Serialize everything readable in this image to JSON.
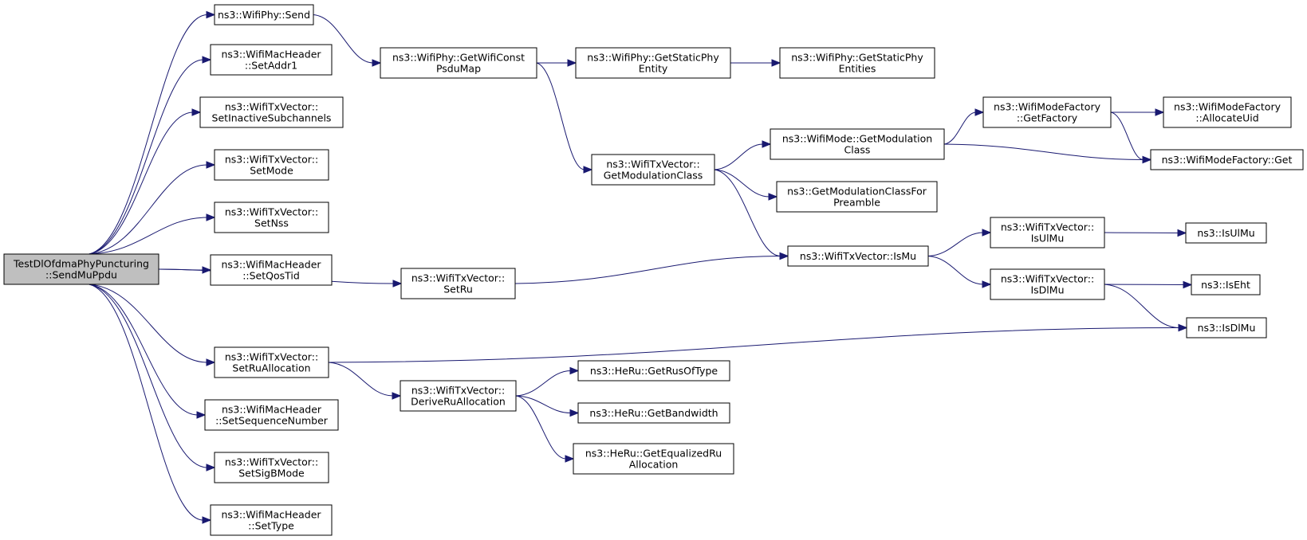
{
  "colors": {
    "edge": "#191970",
    "node_border": "#000000",
    "node_fill": "#ffffff",
    "root_fill": "#bfbfbf"
  },
  "nodes": [
    {
      "id": "send_mu_ppdu",
      "lines": [
        "TestDlOfdmaPhyPuncturing",
        "::SendMuPpdu"
      ],
      "root": true
    },
    {
      "id": "wifiphy_send",
      "lines": [
        "ns3::WifiPhy::Send"
      ]
    },
    {
      "id": "set_addr1",
      "lines": [
        "ns3::WifiMacHeader",
        "::SetAddr1"
      ]
    },
    {
      "id": "set_inactive_subchannels",
      "lines": [
        "ns3::WifiTxVector::",
        "SetInactiveSubchannels"
      ]
    },
    {
      "id": "set_mode",
      "lines": [
        "ns3::WifiTxVector::",
        "SetMode"
      ]
    },
    {
      "id": "set_nss",
      "lines": [
        "ns3::WifiTxVector::",
        "SetNss"
      ]
    },
    {
      "id": "set_qos_tid",
      "lines": [
        "ns3::WifiMacHeader",
        "::SetQosTid"
      ]
    },
    {
      "id": "set_ru",
      "lines": [
        "ns3::WifiTxVector::",
        "SetRu"
      ]
    },
    {
      "id": "set_ru_allocation",
      "lines": [
        "ns3::WifiTxVector::",
        "SetRuAllocation"
      ]
    },
    {
      "id": "set_sequence_number",
      "lines": [
        "ns3::WifiMacHeader",
        "::SetSequenceNumber"
      ]
    },
    {
      "id": "set_sigb_mode",
      "lines": [
        "ns3::WifiTxVector::",
        "SetSigBMode"
      ]
    },
    {
      "id": "set_type",
      "lines": [
        "ns3::WifiMacHeader",
        "::SetType"
      ]
    },
    {
      "id": "get_wifi_const_psdu_map",
      "lines": [
        "ns3::WifiPhy::GetWifiConst",
        "PsduMap"
      ]
    },
    {
      "id": "get_static_phy_entity",
      "lines": [
        "ns3::WifiPhy::GetStaticPhy",
        "Entity"
      ]
    },
    {
      "id": "get_static_phy_entities",
      "lines": [
        "ns3::WifiPhy::GetStaticPhy",
        "Entities"
      ]
    },
    {
      "id": "txvector_get_modulation_class",
      "lines": [
        "ns3::WifiTxVector::",
        "GetModulationClass"
      ]
    },
    {
      "id": "wifimode_get_modulation_class",
      "lines": [
        "ns3::WifiMode::GetModulation",
        "Class"
      ]
    },
    {
      "id": "get_modulation_class_for_preamble",
      "lines": [
        "ns3::GetModulationClassFor",
        "Preamble"
      ]
    },
    {
      "id": "get_factory",
      "lines": [
        "ns3::WifiModeFactory",
        "::GetFactory"
      ]
    },
    {
      "id": "allocate_uid",
      "lines": [
        "ns3::WifiModeFactory",
        "::AllocateUid"
      ]
    },
    {
      "id": "factory_get",
      "lines": [
        "ns3::WifiModeFactory::Get"
      ]
    },
    {
      "id": "is_mu",
      "lines": [
        "ns3::WifiTxVector::IsMu"
      ]
    },
    {
      "id": "txvector_is_ul_mu",
      "lines": [
        "ns3::WifiTxVector::",
        "IsUlMu"
      ]
    },
    {
      "id": "txvector_is_dl_mu",
      "lines": [
        "ns3::WifiTxVector::",
        "IsDlMu"
      ]
    },
    {
      "id": "is_ul_mu",
      "lines": [
        "ns3::IsUlMu"
      ]
    },
    {
      "id": "is_eht",
      "lines": [
        "ns3::IsEht"
      ]
    },
    {
      "id": "is_dl_mu",
      "lines": [
        "ns3::IsDlMu"
      ]
    },
    {
      "id": "derive_ru_allocation",
      "lines": [
        "ns3::WifiTxVector::",
        "DeriveRuAllocation"
      ]
    },
    {
      "id": "get_rus_of_type",
      "lines": [
        "ns3::HeRu::GetRusOfType"
      ]
    },
    {
      "id": "get_bandwidth",
      "lines": [
        "ns3::HeRu::GetBandwidth"
      ]
    },
    {
      "id": "get_equalized_ru_allocation",
      "lines": [
        "ns3::HeRu::GetEqualizedRu",
        "Allocation"
      ]
    }
  ],
  "edges": [
    {
      "from": "send_mu_ppdu",
      "to": "wifiphy_send"
    },
    {
      "from": "send_mu_ppdu",
      "to": "set_addr1"
    },
    {
      "from": "send_mu_ppdu",
      "to": "set_inactive_subchannels"
    },
    {
      "from": "send_mu_ppdu",
      "to": "set_mode"
    },
    {
      "from": "send_mu_ppdu",
      "to": "set_nss"
    },
    {
      "from": "send_mu_ppdu",
      "to": "set_qos_tid"
    },
    {
      "from": "send_mu_ppdu",
      "to": "set_ru"
    },
    {
      "from": "send_mu_ppdu",
      "to": "set_ru_allocation"
    },
    {
      "from": "send_mu_ppdu",
      "to": "set_sequence_number"
    },
    {
      "from": "send_mu_ppdu",
      "to": "set_sigb_mode"
    },
    {
      "from": "send_mu_ppdu",
      "to": "set_type"
    },
    {
      "from": "wifiphy_send",
      "to": "get_wifi_const_psdu_map"
    },
    {
      "from": "get_wifi_const_psdu_map",
      "to": "get_static_phy_entity"
    },
    {
      "from": "get_wifi_const_psdu_map",
      "to": "txvector_get_modulation_class"
    },
    {
      "from": "get_static_phy_entity",
      "to": "get_static_phy_entities"
    },
    {
      "from": "txvector_get_modulation_class",
      "to": "wifimode_get_modulation_class"
    },
    {
      "from": "txvector_get_modulation_class",
      "to": "get_modulation_class_for_preamble"
    },
    {
      "from": "txvector_get_modulation_class",
      "to": "is_mu"
    },
    {
      "from": "wifimode_get_modulation_class",
      "to": "get_factory"
    },
    {
      "from": "wifimode_get_modulation_class",
      "to": "factory_get"
    },
    {
      "from": "get_factory",
      "to": "allocate_uid"
    },
    {
      "from": "get_factory",
      "to": "factory_get"
    },
    {
      "from": "set_ru",
      "to": "is_mu"
    },
    {
      "from": "is_mu",
      "to": "txvector_is_ul_mu"
    },
    {
      "from": "is_mu",
      "to": "txvector_is_dl_mu"
    },
    {
      "from": "txvector_is_ul_mu",
      "to": "is_ul_mu"
    },
    {
      "from": "txvector_is_dl_mu",
      "to": "is_eht"
    },
    {
      "from": "txvector_is_dl_mu",
      "to": "is_dl_mu"
    },
    {
      "from": "set_ru_allocation",
      "to": "is_dl_mu"
    },
    {
      "from": "set_ru_allocation",
      "to": "derive_ru_allocation"
    },
    {
      "from": "derive_ru_allocation",
      "to": "get_rus_of_type"
    },
    {
      "from": "derive_ru_allocation",
      "to": "get_bandwidth"
    },
    {
      "from": "derive_ru_allocation",
      "to": "get_equalized_ru_allocation"
    }
  ]
}
